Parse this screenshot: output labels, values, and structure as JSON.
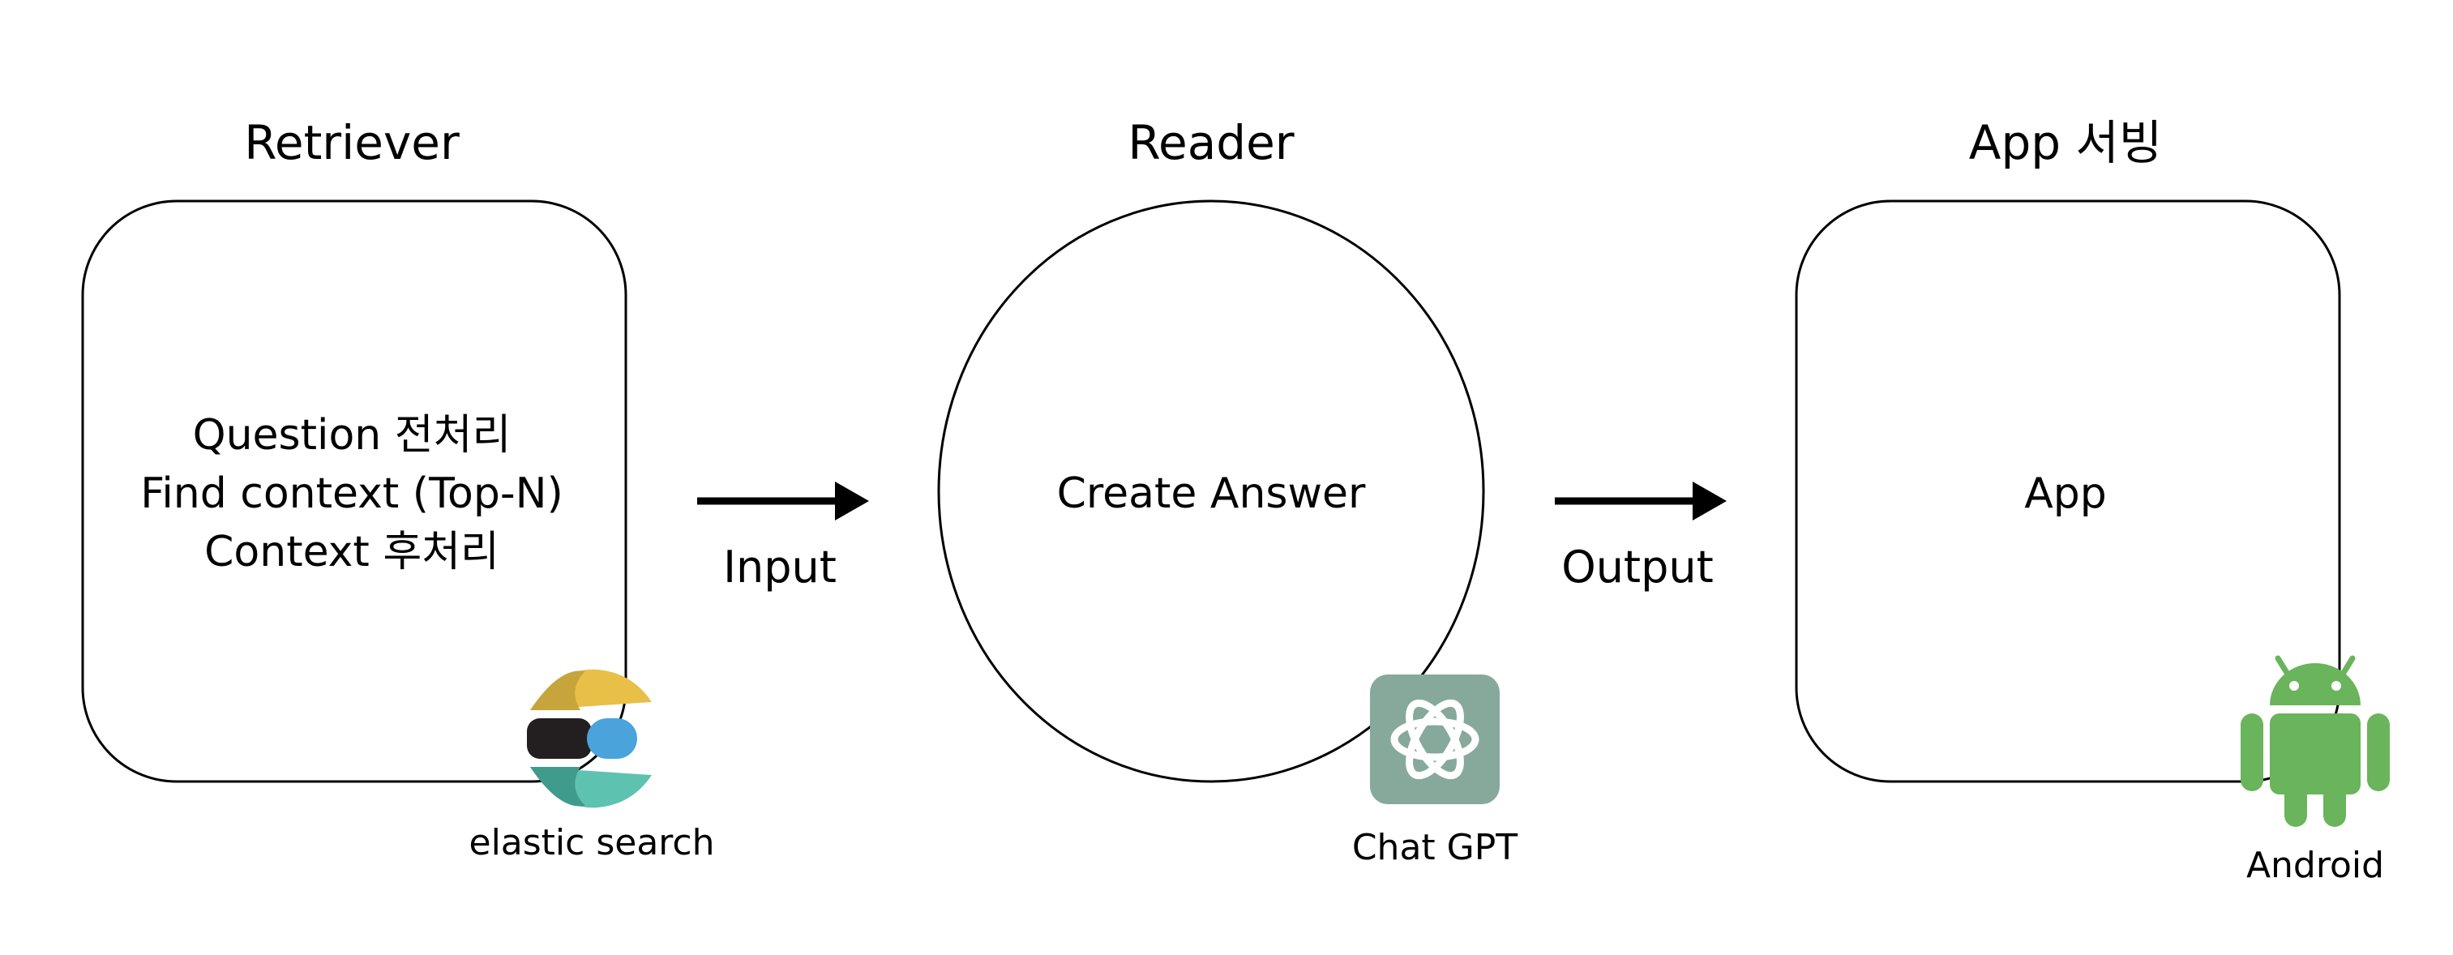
{
  "stages": {
    "retriever": {
      "title": "Retriever",
      "lines": [
        "Question 전처리",
        "Find context (Top-N)",
        "Context 후처리"
      ],
      "logo_caption": "elastic search"
    },
    "reader": {
      "title": "Reader",
      "text": "Create Answer",
      "logo_caption": "Chat GPT"
    },
    "app": {
      "title": "App 서빙",
      "text": "App",
      "logo_caption": "Android"
    }
  },
  "arrows": {
    "input_label": "Input",
    "output_label": "Output"
  },
  "icons": {
    "retriever": "elasticsearch-icon",
    "reader": "chatgpt-icon",
    "app": "android-icon"
  },
  "colors": {
    "elastic_yellow": "#E8C048",
    "elastic_black": "#231F20",
    "elastic_blue": "#4AA3DB",
    "elastic_teal": "#5EC2B0",
    "elastic_dark_teal": "#3F9B8C",
    "chatgpt_bg": "#86A99B",
    "android_green": "#6AB45B"
  }
}
